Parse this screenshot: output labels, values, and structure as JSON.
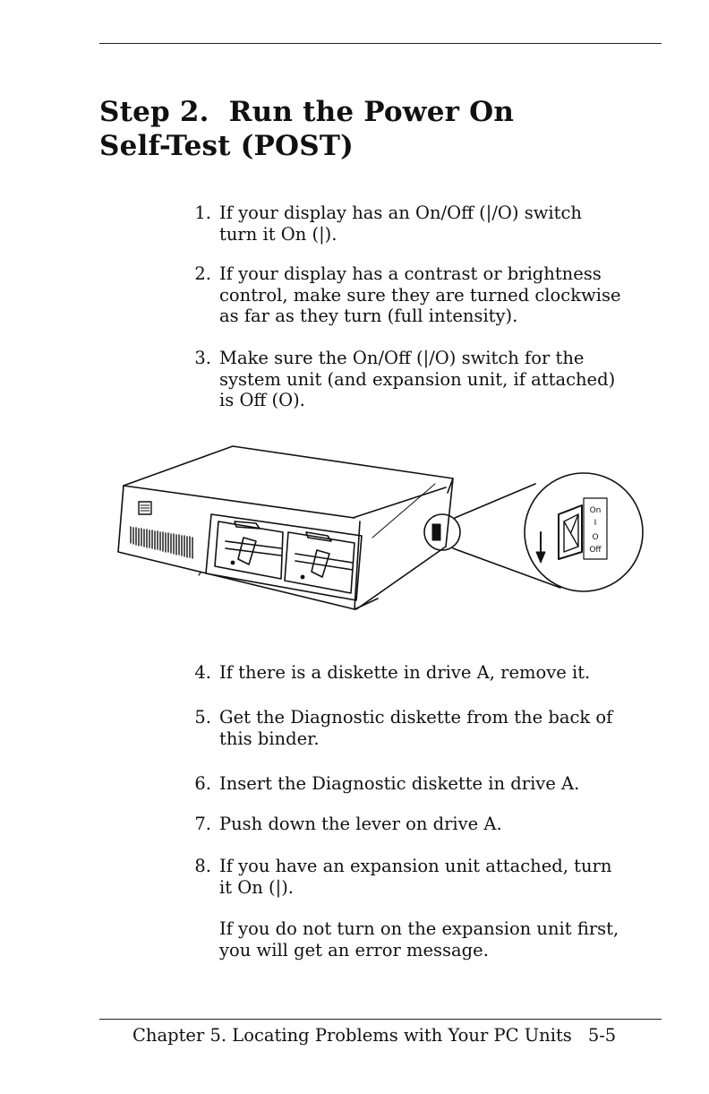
{
  "page": {
    "title_line1": "Step 2.  Run the Power On",
    "title_line2": "Self-Test (POST)",
    "steps": [
      {
        "num": "1.",
        "lines": [
          "If your display has an On/Off (|/O) switch",
          "turn it On (|)."
        ]
      },
      {
        "num": "2.",
        "lines": [
          "If your display has a contrast or brightness",
          "control, make sure they are turned clockwise",
          "as far as they turn (full intensity)."
        ]
      },
      {
        "num": "3.",
        "lines": [
          "Make sure the On/Off (|/O) switch for the",
          "system unit (and expansion unit, if attached)",
          "is Off (O)."
        ]
      },
      {
        "num": "4.",
        "lines": [
          "If there is a diskette in drive A, remove it."
        ]
      },
      {
        "num": "5.",
        "lines": [
          "Get the Diagnostic diskette from the back of",
          "this binder."
        ]
      },
      {
        "num": "6.",
        "lines": [
          "Insert the Diagnostic diskette in drive A."
        ]
      },
      {
        "num": "7.",
        "lines": [
          "Push down the lever on drive A."
        ]
      },
      {
        "num": "8.",
        "lines": [
          "If you have an expansion unit attached, turn",
          "it On (|)."
        ]
      }
    ],
    "note_lines": [
      "If you do not turn on the expansion unit first,",
      "you will get an error message."
    ],
    "illustration": {
      "switch_on_label": "On",
      "switch_one": "I",
      "switch_zero": "O",
      "switch_off_label": "Off"
    },
    "footer": {
      "chapter": "Chapter 5. Locating Problems with Your PC Units",
      "page_number": "5-5"
    }
  }
}
